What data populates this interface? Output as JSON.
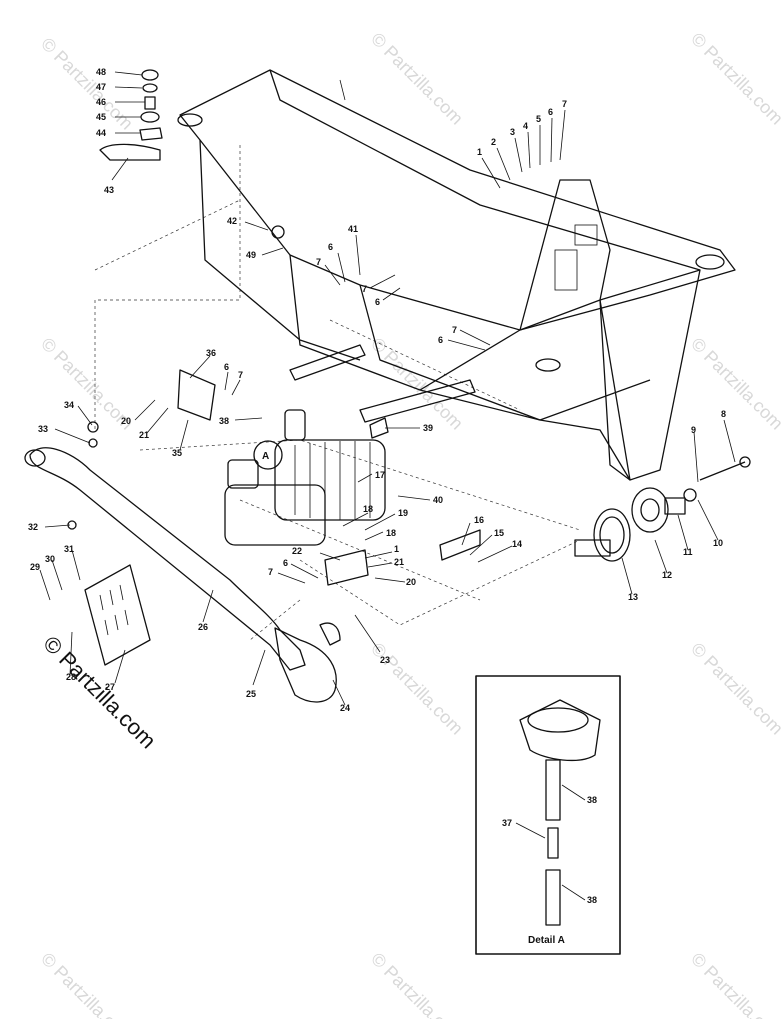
{
  "watermark": {
    "text": "© Partzilla.com"
  },
  "detail": {
    "label": "Detail A",
    "marker": "A"
  },
  "callouts": [
    {
      "id": "48",
      "text": "48"
    },
    {
      "id": "47",
      "text": "47"
    },
    {
      "id": "46",
      "text": "46"
    },
    {
      "id": "45",
      "text": "45"
    },
    {
      "id": "44",
      "text": "44"
    },
    {
      "id": "43",
      "text": "43"
    },
    {
      "id": "42",
      "text": "42"
    },
    {
      "id": "49",
      "text": "49"
    },
    {
      "id": "1a",
      "text": "1"
    },
    {
      "id": "2",
      "text": "2"
    },
    {
      "id": "3",
      "text": "3"
    },
    {
      "id": "4",
      "text": "4"
    },
    {
      "id": "5",
      "text": "5"
    },
    {
      "id": "6a",
      "text": "6"
    },
    {
      "id": "7a",
      "text": "7"
    },
    {
      "id": "41",
      "text": "41"
    },
    {
      "id": "6b",
      "text": "6"
    },
    {
      "id": "7b",
      "text": "7"
    },
    {
      "id": "7c",
      "text": "7"
    },
    {
      "id": "6c",
      "text": "6"
    },
    {
      "id": "7d",
      "text": "7"
    },
    {
      "id": "6d",
      "text": "6"
    },
    {
      "id": "36",
      "text": "36"
    },
    {
      "id": "6e",
      "text": "6"
    },
    {
      "id": "7e",
      "text": "7"
    },
    {
      "id": "34",
      "text": "34"
    },
    {
      "id": "20a",
      "text": "20"
    },
    {
      "id": "21a",
      "text": "21"
    },
    {
      "id": "38a",
      "text": "38"
    },
    {
      "id": "39",
      "text": "39"
    },
    {
      "id": "33",
      "text": "33"
    },
    {
      "id": "35",
      "text": "35"
    },
    {
      "id": "17",
      "text": "17"
    },
    {
      "id": "40",
      "text": "40"
    },
    {
      "id": "18a",
      "text": "18"
    },
    {
      "id": "19",
      "text": "19"
    },
    {
      "id": "18b",
      "text": "18"
    },
    {
      "id": "32",
      "text": "32"
    },
    {
      "id": "22",
      "text": "22"
    },
    {
      "id": "1b",
      "text": "1"
    },
    {
      "id": "21b",
      "text": "21"
    },
    {
      "id": "16",
      "text": "16"
    },
    {
      "id": "15",
      "text": "15"
    },
    {
      "id": "14",
      "text": "14"
    },
    {
      "id": "7f",
      "text": "7"
    },
    {
      "id": "6f",
      "text": "6"
    },
    {
      "id": "20b",
      "text": "20"
    },
    {
      "id": "29",
      "text": "29"
    },
    {
      "id": "30",
      "text": "30"
    },
    {
      "id": "31",
      "text": "31"
    },
    {
      "id": "26",
      "text": "26"
    },
    {
      "id": "28",
      "text": "28"
    },
    {
      "id": "27",
      "text": "27"
    },
    {
      "id": "25",
      "text": "25"
    },
    {
      "id": "24",
      "text": "24"
    },
    {
      "id": "23",
      "text": "23"
    },
    {
      "id": "8",
      "text": "8"
    },
    {
      "id": "9",
      "text": "9"
    },
    {
      "id": "10",
      "text": "10"
    },
    {
      "id": "11",
      "text": "11"
    },
    {
      "id": "12",
      "text": "12"
    },
    {
      "id": "13",
      "text": "13"
    },
    {
      "id": "38b",
      "text": "38"
    },
    {
      "id": "37",
      "text": "37"
    },
    {
      "id": "38c",
      "text": "38"
    }
  ]
}
